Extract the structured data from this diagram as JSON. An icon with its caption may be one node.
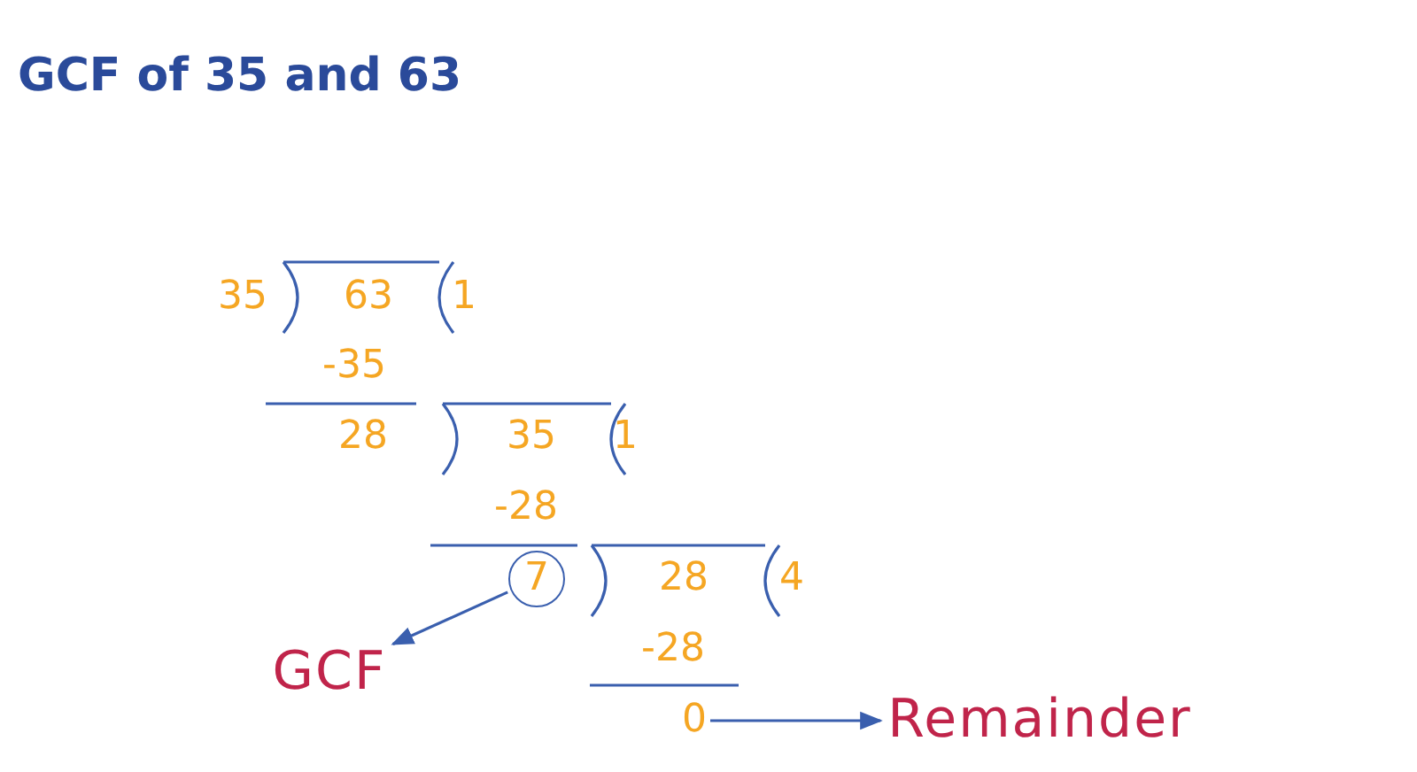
{
  "diagram": {
    "title": "GCF of 35 and 63",
    "nodes": [
      {
        "text": [
          "7"
        ]
      },
      {
        "text": [
          "GCF"
        ]
      },
      {
        "text": [
          "0"
        ]
      },
      {
        "text": [
          "Remainder"
        ]
      }
    ],
    "edges": [
      {
        "from": 0,
        "to": 1,
        "arrow": "to"
      },
      {
        "from": 2,
        "to": 3,
        "arrow": "to"
      }
    ],
    "labels": [
      "35",
      "63",
      "1",
      "-35",
      "28",
      "35",
      "1",
      "-28",
      "28",
      "4",
      "-28"
    ]
  }
}
